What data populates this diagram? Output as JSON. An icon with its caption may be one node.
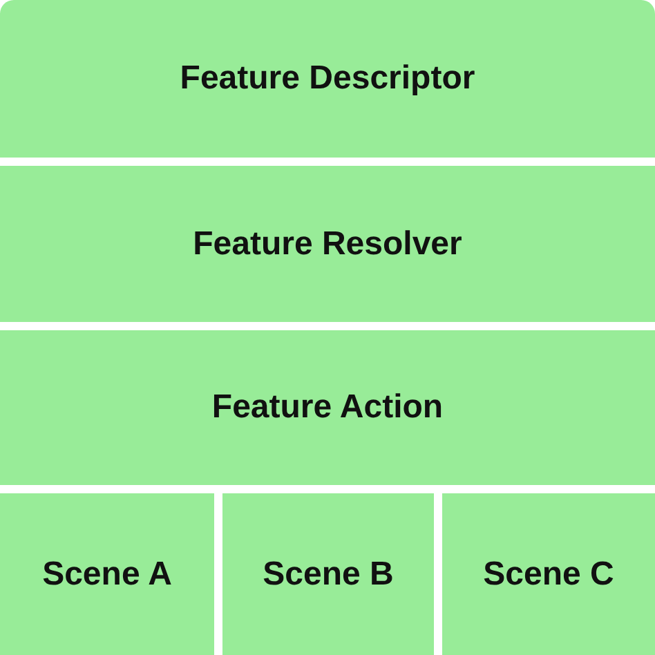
{
  "diagram": {
    "nodes": [
      {
        "text": [
          "Feature Descriptor"
        ]
      },
      {
        "text": [
          "Feature Resolver"
        ]
      },
      {
        "text": [
          "Feature Action"
        ]
      },
      {
        "text": [
          "Scene A"
        ]
      },
      {
        "text": [
          "Scene B"
        ]
      },
      {
        "text": [
          "Scene C"
        ]
      }
    ]
  }
}
